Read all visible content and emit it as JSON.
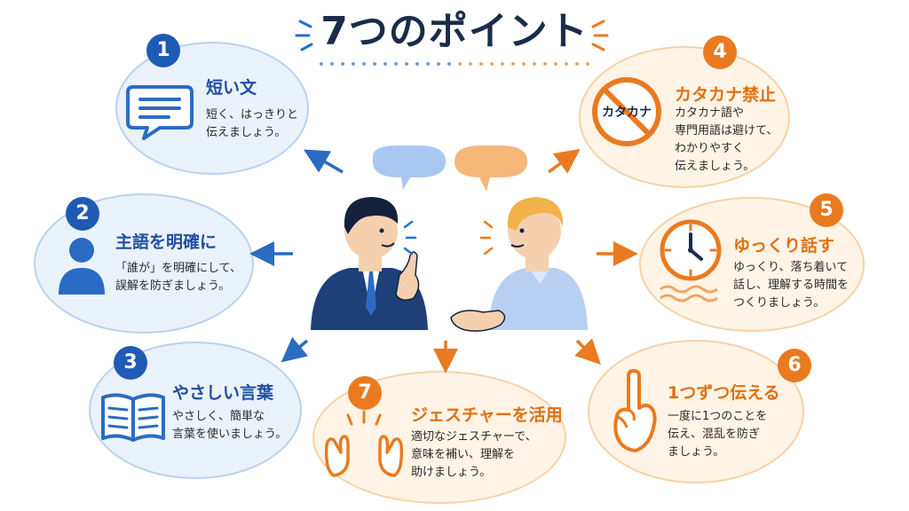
{
  "title": "7つのポイント",
  "colors": {
    "blue": "#1f5bb5",
    "orange": "#ea7a1f",
    "navy": "#1a2c4a"
  },
  "points": [
    {
      "num": "1",
      "title": "短い文",
      "body": "短く、はっきりと\n伝えましょう。",
      "icon": "speech-bubble-icon"
    },
    {
      "num": "2",
      "title": "主語を明確に",
      "body": "「誰が」を明確にして、\n誤解を防ぎましょう。",
      "icon": "person-icon"
    },
    {
      "num": "3",
      "title": "やさしい言葉",
      "body": "やさしく、簡単な\n言葉を使いましょう。",
      "icon": "open-book-icon"
    },
    {
      "num": "4",
      "title": "カタカナ禁止",
      "body": "カタカナ語や\n専門用語は避けて、\nわかりやすく\n伝えましょう。",
      "icon": "no-katakana-icon",
      "icon_text": "カタカナ"
    },
    {
      "num": "5",
      "title": "ゆっくり話す",
      "body": "ゆっくり、落ち着いて\n話し、理解する時間を\nつくりましょう。",
      "icon": "clock-icon"
    },
    {
      "num": "6",
      "title": "1つずつ伝える",
      "body": "一度に1つのことを\n伝え、混乱を防ぎ\nましょう。",
      "icon": "one-finger-icon"
    },
    {
      "num": "7",
      "title": "ジェスチャーを活用",
      "body": "適切なジェスチャーで、\n意味を補い、理解を\n助けましょう。",
      "icon": "open-hands-icon"
    }
  ]
}
